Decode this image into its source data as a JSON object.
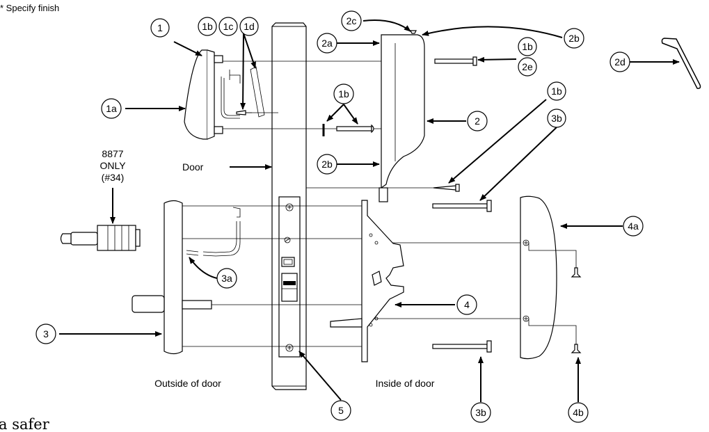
{
  "note": "* Specify finish",
  "labels": {
    "door": "Door",
    "outside": "Outside of door",
    "inside": "Inside of door",
    "cyl_line1": "8877",
    "cyl_line2": "ONLY",
    "cyl_line3": "(#34)",
    "cutoff_text": "a safer"
  },
  "callouts": [
    "1",
    "1b",
    "1c",
    "1d",
    "1a",
    "2c",
    "2a",
    "2b",
    "1b",
    "2e",
    "2d",
    "1b",
    "2",
    "1b",
    "3b",
    "2b",
    "4a",
    "3a",
    "4",
    "3",
    "5",
    "3b",
    "4b"
  ]
}
